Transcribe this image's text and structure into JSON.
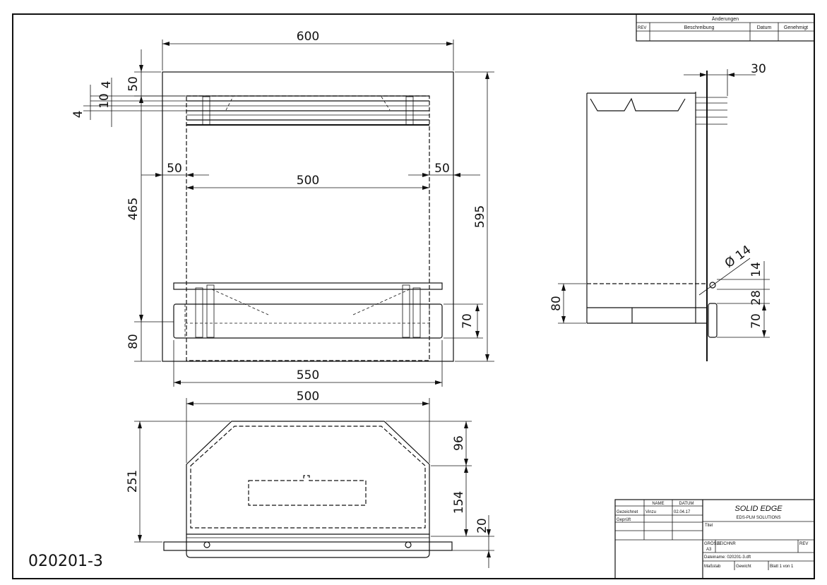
{
  "drawing_number": "020201-3",
  "revision_block": {
    "title": "Änderungen",
    "columns": [
      "REV",
      "Beschreibung",
      "Datum",
      "Genehmigt"
    ]
  },
  "title_block": {
    "header_name": "NAME",
    "header_date": "DATUM",
    "row_drawn_label": "Gezeichnet",
    "row_drawn_name": "Vinzu",
    "row_drawn_date": "02.04.17",
    "row_checked_label": "Geprüft",
    "logo_text": "SOLID EDGE",
    "logo_sub": "EDS-PLM SOLUTIONS",
    "title_label": "Titel",
    "size_label": "GRÖSSE",
    "size_value": "A3",
    "drawing_no_label": "ZEICHNR",
    "rev_label": "REV",
    "filename_label": "Dateiname: 020201-3.dft",
    "scale_label": "Maßstab",
    "weight_label": "Gewicht",
    "sheet_label": "Blatt 1 von 1"
  },
  "dimensions": {
    "front_width": "600",
    "front_inner": "500",
    "front_left_margin": "50",
    "front_right_margin": "50",
    "front_height": "595",
    "front_upper": "465",
    "front_top": "50",
    "front_bottom": "80",
    "front_bar": "70",
    "front_shelf_width": "550",
    "small_4a": "4",
    "small_10": "10",
    "small_4b": "4",
    "side_30": "30",
    "side_80": "80",
    "side_14": "14",
    "side_28": "28",
    "side_70": "70",
    "side_diameter": "Ø 14",
    "top_width": "500",
    "top_depth": "251",
    "top_96": "96",
    "top_154": "154",
    "top_20": "20"
  }
}
